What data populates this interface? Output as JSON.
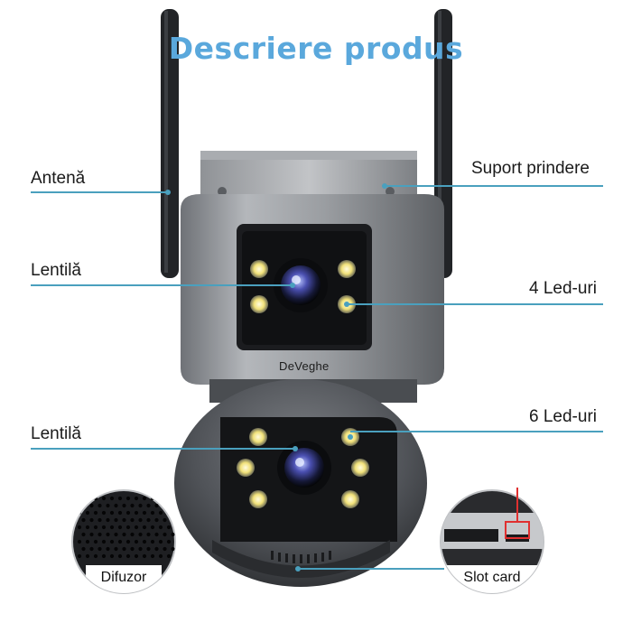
{
  "title": "Descriere produs",
  "brand": "DeVeghe",
  "labels": {
    "antenna": "Antenă",
    "lens_top": "Lentilă",
    "lens_bottom": "Lentilă",
    "mount": "Suport prindere",
    "led4": "4 Led-uri",
    "led6": "6 Led-uri",
    "speaker": "Difuzor",
    "slot": "Slot card"
  },
  "colors": {
    "title": "#5aa8dc",
    "callout_line": "#4aa0be",
    "body": "#8a8d92",
    "dark": "#1e2023"
  }
}
